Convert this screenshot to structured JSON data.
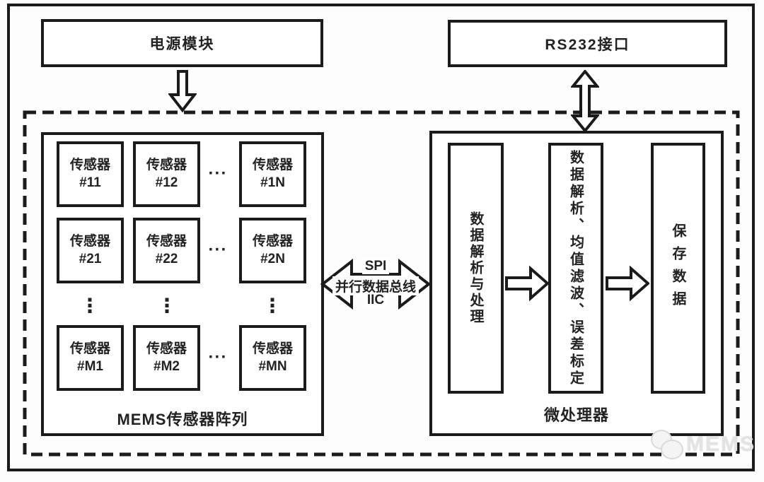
{
  "colors": {
    "line": "#1b1b1b",
    "watermark": "#e3e3e3"
  },
  "power_module": {
    "label": "电源模块"
  },
  "rs232_interface": {
    "label": "RS232接口"
  },
  "sensor_array": {
    "label": "MEMS传感器阵列",
    "ellipsis_h": "···",
    "ellipsis_v": "⋮",
    "sensors": [
      {
        "name": "传感器",
        "id": "#11"
      },
      {
        "name": "传感器",
        "id": "#12"
      },
      {
        "name": "传感器",
        "id": "#1N"
      },
      {
        "name": "传感器",
        "id": "#21"
      },
      {
        "name": "传感器",
        "id": "#22"
      },
      {
        "name": "传感器",
        "id": "#2N"
      },
      {
        "name": "传感器",
        "id": "#M1"
      },
      {
        "name": "传感器",
        "id": "#M2"
      },
      {
        "name": "传感器",
        "id": "#MN"
      }
    ]
  },
  "bus": {
    "top": "SPI",
    "middle": "并行数据总线",
    "bottom": "IIC"
  },
  "microprocessor": {
    "label": "微处理器",
    "stages": [
      {
        "label": "数据解析与处理"
      },
      {
        "label": "数据解析、均值滤波、误差标定"
      },
      {
        "label": "保存数据"
      }
    ]
  },
  "watermark": {
    "label": "MEMS"
  }
}
